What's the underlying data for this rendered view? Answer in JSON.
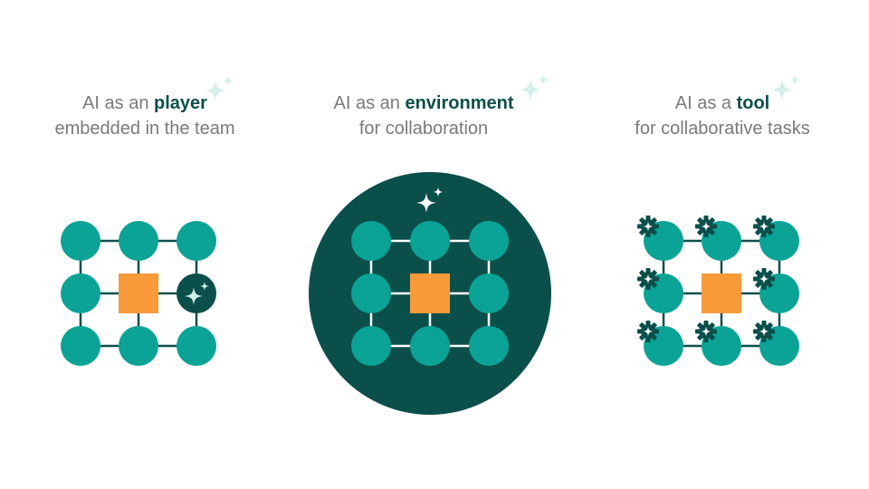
{
  "captions": [
    {
      "prefix": "AI as an ",
      "emphasis": "player",
      "line2": "embedded in the team"
    },
    {
      "prefix": "AI as an ",
      "emphasis": "environment",
      "line2": "for collaboration"
    },
    {
      "prefix": "AI as a ",
      "emphasis": "tool",
      "line2": "for collaborative tasks"
    }
  ],
  "colors": {
    "teal": "#0aa395",
    "dark_teal": "#0b4f4a",
    "orange": "#f89a3a",
    "sparkle_light": "#d3efe9",
    "caption_gray": "#7a7a7a"
  },
  "icons": {
    "ai": "sparkle-icon",
    "tool": "gear-icon"
  }
}
